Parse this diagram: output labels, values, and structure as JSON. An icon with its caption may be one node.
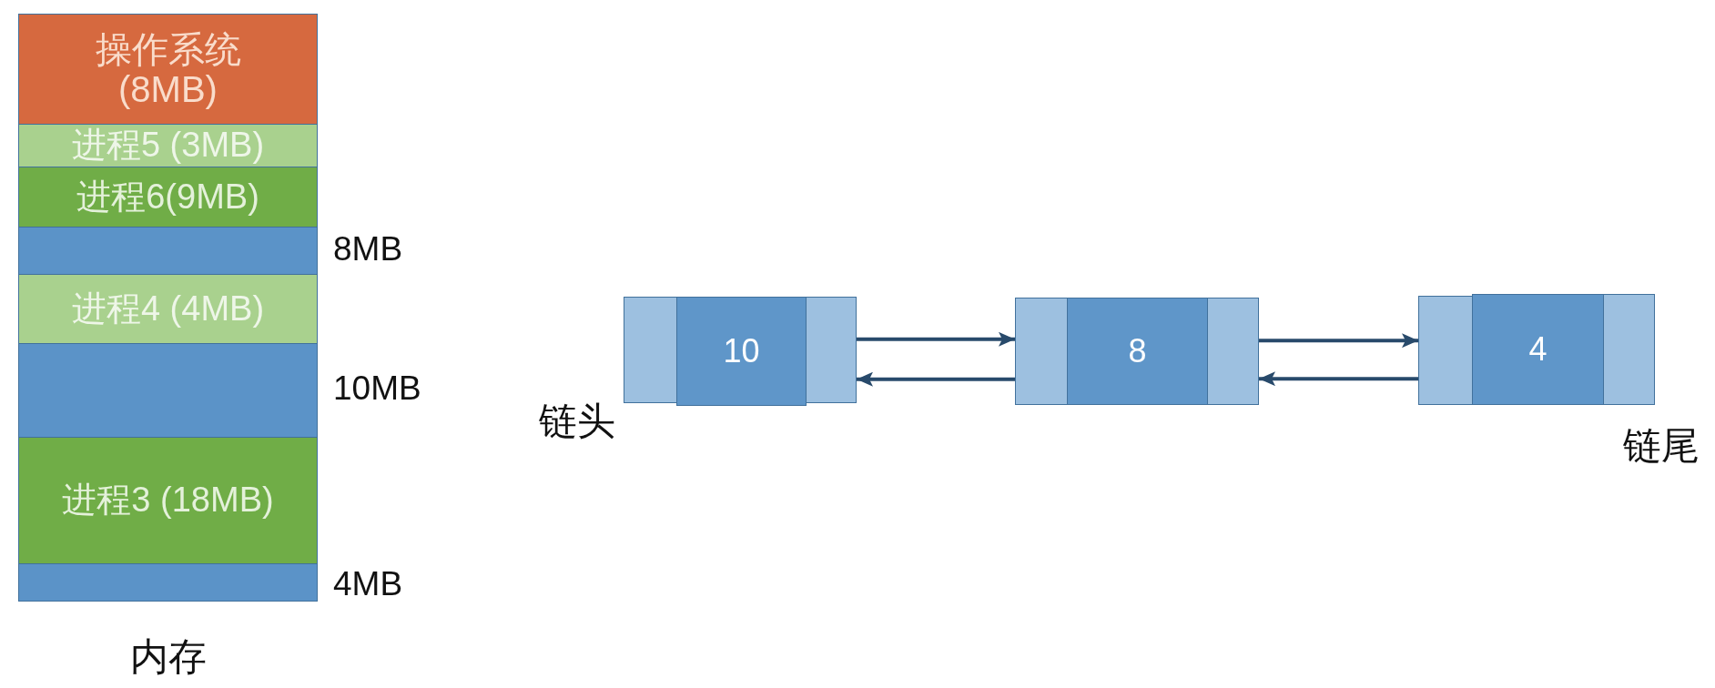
{
  "diagram": {
    "nodes": [
      {
        "text": [
          "操作系统(8MB)"
        ]
      },
      {
        "text": [
          "进程5 (3MB)"
        ]
      },
      {
        "text": [
          "进程6(9MB)"
        ]
      },
      {
        "text": [],
        "shape": "box",
        "beside": [
          "8MB"
        ]
      },
      {
        "text": [
          "进程4 (4MB)"
        ]
      },
      {
        "text": [],
        "shape": "box",
        "beside": [
          "10MB"
        ]
      },
      {
        "text": [
          "进程3 (18MB)"
        ]
      },
      {
        "text": [],
        "shape": "box",
        "beside": [
          "4MB"
        ]
      },
      {
        "text": [],
        "shape": "box"
      },
      {
        "text": [
          "10"
        ]
      },
      {
        "text": [],
        "shape": "box"
      },
      {
        "text": [],
        "shape": "box"
      },
      {
        "text": [
          "8"
        ]
      },
      {
        "text": [],
        "shape": "box"
      },
      {
        "text": [],
        "shape": "box"
      },
      {
        "text": [
          "4"
        ]
      },
      {
        "text": [],
        "shape": "box"
      }
    ],
    "edges": [
      {
        "from": 10,
        "to": 11,
        "arrow": "to"
      },
      {
        "from": 11,
        "to": 10,
        "arrow": "to"
      },
      {
        "from": 13,
        "to": 14,
        "arrow": "to"
      },
      {
        "from": 14,
        "to": 13,
        "arrow": "to"
      }
    ],
    "labels": [
      "内存",
      "链头",
      "链尾"
    ]
  }
}
